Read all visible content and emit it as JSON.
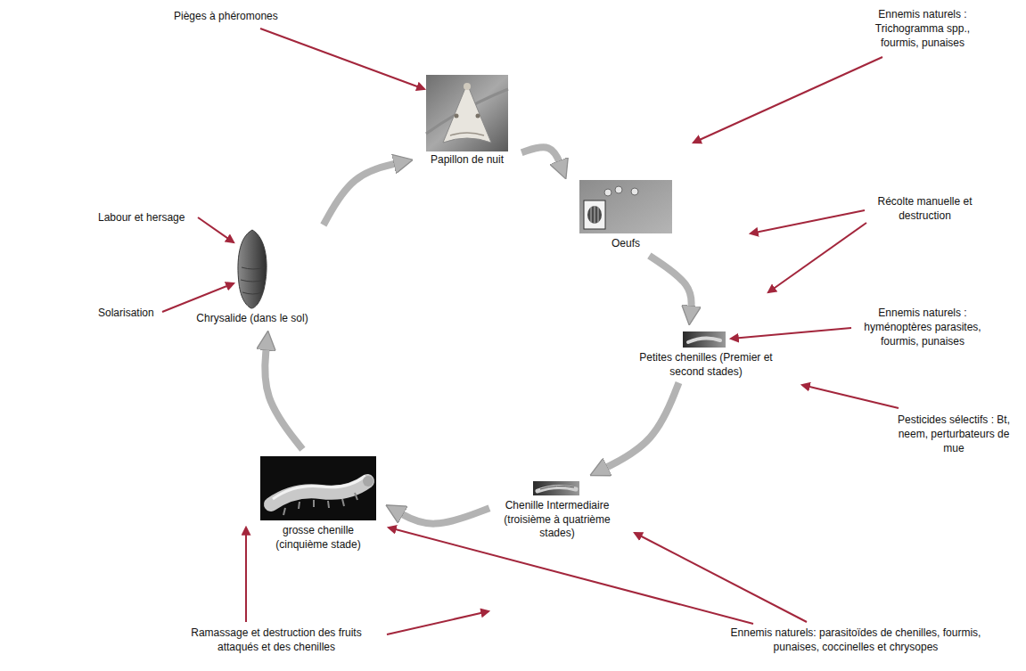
{
  "diagram": {
    "nodes": [
      {
        "text": [
          "Papillon de nuit"
        ]
      },
      {
        "text": [
          "Oeufs"
        ]
      },
      {
        "text": [
          "Petites chenilles (Premier et second stades)"
        ]
      },
      {
        "text": [
          "Chenille Intermediaire (troisième à quatrième stades)"
        ]
      },
      {
        "text": [
          "grosse chenille (cinquième stade)"
        ]
      },
      {
        "text": [
          "Chrysalide (dans le sol)"
        ]
      }
    ],
    "edges": [
      {
        "from": 0,
        "to": 1,
        "arrow": "to"
      },
      {
        "from": 1,
        "to": 2,
        "arrow": "to"
      },
      {
        "from": 2,
        "to": 3,
        "arrow": "to"
      },
      {
        "from": 3,
        "to": 4,
        "arrow": "to"
      },
      {
        "from": 4,
        "to": 5,
        "arrow": "to"
      },
      {
        "from": 5,
        "to": 0,
        "arrow": "to"
      }
    ],
    "labels": [
      "Pièges à phéromones",
      "Ennemis naturels : Trichogramma spp., fourmis, punaises",
      "Récolte manuelle et destruction",
      "Ennemis naturels : hyménoptères parasites, fourmis, punaises",
      "Pesticides sélectifs : Bt, neem, perturbateurs de mue",
      "Ennemis naturels: parasitoïdes de chenilles, fourmis, punaises, coccinelles et chrysopes",
      "Ramassage et destruction des fruits attaqués et des chenilles",
      "Labour et hersage",
      "Solarisation"
    ]
  }
}
